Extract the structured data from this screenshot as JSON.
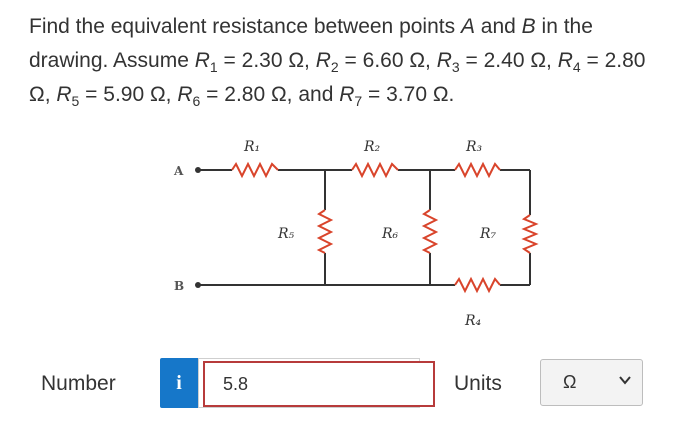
{
  "question": {
    "line1": "Find the equivalent resistance between points ",
    "point_a": "A",
    "and": " and ",
    "point_b": "B",
    "line1_end": " in the drawing. Assume ",
    "values": [
      {
        "sym": "R",
        "sub": "1",
        "val": " = 2.30 Ω, "
      },
      {
        "sym": "R",
        "sub": "2",
        "val": " = 6.60 Ω, "
      },
      {
        "sym": "R",
        "sub": "3",
        "val": " = 2.40 Ω, "
      },
      {
        "sym": "R",
        "sub": "4",
        "val": " = 2.80 Ω, "
      },
      {
        "sym": "R",
        "sub": "5",
        "val": " = 5.90 Ω, "
      },
      {
        "sym": "R",
        "sub": "6",
        "val": " = 2.80 Ω, and "
      },
      {
        "sym": "R",
        "sub": "7",
        "val": " = 3.70 Ω."
      }
    ]
  },
  "circuit": {
    "terminal_a": "A",
    "terminal_b": "B",
    "labels": {
      "r1": "R₁",
      "r2": "R₂",
      "r3": "R₃",
      "r4": "R₄",
      "r5": "R₅",
      "r6": "R₆",
      "r7": "R₇"
    },
    "wire_color": "#333333",
    "resistor_color": "#d9442b"
  },
  "answer": {
    "label": "Number",
    "info_icon": "i",
    "value": "5.8"
  },
  "units": {
    "label": "Units",
    "selected": "Ω"
  }
}
